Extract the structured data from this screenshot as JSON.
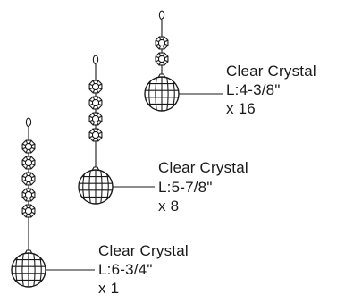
{
  "pendants": [
    {
      "name": "Clear Crystal",
      "length": "L:4-3/8\"",
      "quantity": "x 16",
      "octagon_count": 2
    },
    {
      "name": "Clear Crystal",
      "length": "L:5-7/8\"",
      "quantity": "x 8",
      "octagon_count": 4
    },
    {
      "name": "Clear Crystal",
      "length": "L:6-3/4\"",
      "quantity": "x 1",
      "octagon_count": 5
    }
  ],
  "colors": {
    "line": "#1a1a1a",
    "text": "#1a1a1a",
    "background": "#ffffff"
  }
}
